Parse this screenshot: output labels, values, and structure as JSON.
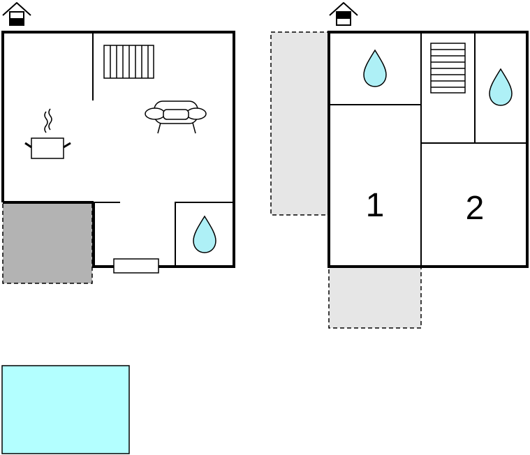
{
  "colors": {
    "wall": "#000000",
    "terrace_fill": "#e6e6e6",
    "covered_fill": "#b3b3b3",
    "pool_fill": "#b3ffff",
    "water_drop": "#aef0f6"
  },
  "floors": [
    {
      "level_icon": "house-ground-floor-icon",
      "rooms": [
        {
          "type": "kitchen",
          "icon": "cooking-pot-icon"
        },
        {
          "type": "living-room",
          "icon": "sofa-icon"
        },
        {
          "type": "stairs",
          "icon": "stairs-icon"
        },
        {
          "type": "bathroom",
          "icon": "water-drop-icon"
        }
      ]
    },
    {
      "level_icon": "house-upper-floor-icon",
      "rooms": [
        {
          "type": "bedroom",
          "label": "1"
        },
        {
          "type": "bedroom",
          "label": "2"
        },
        {
          "type": "bathroom",
          "icon": "water-drop-icon"
        },
        {
          "type": "bathroom",
          "icon": "water-drop-icon"
        },
        {
          "type": "stairs",
          "icon": "stairs-icon"
        }
      ]
    }
  ],
  "outdoor": [
    {
      "type": "terrace-covered"
    },
    {
      "type": "balcony"
    },
    {
      "type": "balcony"
    },
    {
      "type": "pool"
    }
  ]
}
